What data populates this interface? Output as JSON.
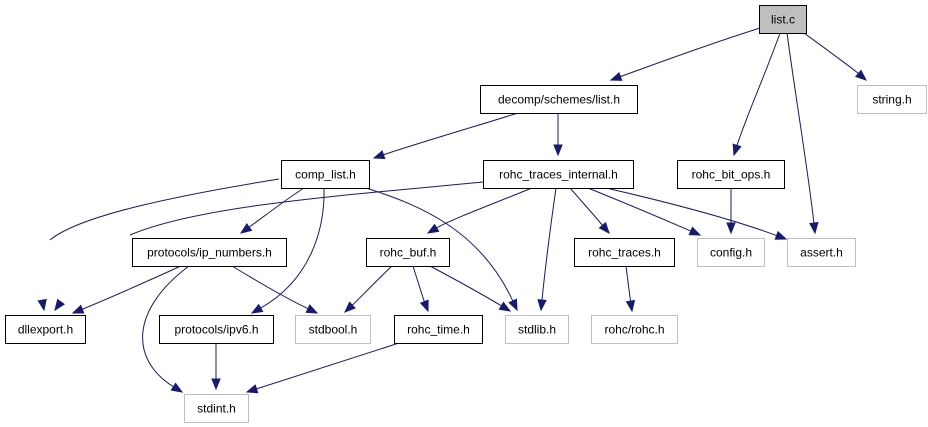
{
  "diagram": {
    "type": "include-dependency-graph",
    "title": "list.c",
    "colors": {
      "edge": "#191970",
      "internal_border": "#000000",
      "external_border": "#bfbfbf",
      "root_fill": "#bfbfbf"
    },
    "nodes": [
      {
        "id": "list_c",
        "label": "list.c",
        "kind": "root"
      },
      {
        "id": "decomp_list_h",
        "label": "decomp/schemes/list.h",
        "kind": "internal"
      },
      {
        "id": "string_h",
        "label": "string.h",
        "kind": "external"
      },
      {
        "id": "comp_list_h",
        "label": "comp_list.h",
        "kind": "internal"
      },
      {
        "id": "rohc_traces_internal_h",
        "label": "rohc_traces_internal.h",
        "kind": "internal"
      },
      {
        "id": "rohc_bit_ops_h",
        "label": "rohc_bit_ops.h",
        "kind": "internal"
      },
      {
        "id": "ip_numbers_h",
        "label": "protocols/ip_numbers.h",
        "kind": "internal"
      },
      {
        "id": "rohc_buf_h",
        "label": "rohc_buf.h",
        "kind": "internal"
      },
      {
        "id": "rohc_traces_h",
        "label": "rohc_traces.h",
        "kind": "internal"
      },
      {
        "id": "config_h",
        "label": "config.h",
        "kind": "external"
      },
      {
        "id": "assert_h",
        "label": "assert.h",
        "kind": "external"
      },
      {
        "id": "dllexport_h",
        "label": "dllexport.h",
        "kind": "internal"
      },
      {
        "id": "ipv6_h",
        "label": "protocols/ipv6.h",
        "kind": "internal"
      },
      {
        "id": "stdbool_h",
        "label": "stdbool.h",
        "kind": "external"
      },
      {
        "id": "rohc_time_h",
        "label": "rohc_time.h",
        "kind": "internal"
      },
      {
        "id": "stdlib_h",
        "label": "stdlib.h",
        "kind": "external"
      },
      {
        "id": "rohc_rohc_h",
        "label": "rohc/rohc.h",
        "kind": "external"
      },
      {
        "id": "stdint_h",
        "label": "stdint.h",
        "kind": "external"
      }
    ],
    "edges": [
      {
        "from": "list_c",
        "to": "decomp_list_h"
      },
      {
        "from": "list_c",
        "to": "rohc_bit_ops_h"
      },
      {
        "from": "list_c",
        "to": "assert_h"
      },
      {
        "from": "list_c",
        "to": "string_h"
      },
      {
        "from": "decomp_list_h",
        "to": "comp_list_h"
      },
      {
        "from": "decomp_list_h",
        "to": "rohc_traces_internal_h"
      },
      {
        "from": "comp_list_h",
        "to": "dllexport_h"
      },
      {
        "from": "comp_list_h",
        "to": "ip_numbers_h"
      },
      {
        "from": "comp_list_h",
        "to": "ipv6_h"
      },
      {
        "from": "comp_list_h",
        "to": "stdlib_h"
      },
      {
        "from": "rohc_traces_internal_h",
        "to": "dllexport_h"
      },
      {
        "from": "rohc_traces_internal_h",
        "to": "rohc_buf_h"
      },
      {
        "from": "rohc_traces_internal_h",
        "to": "stdlib_h"
      },
      {
        "from": "rohc_traces_internal_h",
        "to": "rohc_traces_h"
      },
      {
        "from": "rohc_traces_internal_h",
        "to": "config_h"
      },
      {
        "from": "rohc_traces_internal_h",
        "to": "assert_h"
      },
      {
        "from": "rohc_bit_ops_h",
        "to": "config_h"
      },
      {
        "from": "ip_numbers_h",
        "to": "dllexport_h"
      },
      {
        "from": "ip_numbers_h",
        "to": "stdbool_h"
      },
      {
        "from": "ip_numbers_h",
        "to": "stdint_h"
      },
      {
        "from": "rohc_buf_h",
        "to": "stdbool_h"
      },
      {
        "from": "rohc_buf_h",
        "to": "rohc_time_h"
      },
      {
        "from": "rohc_buf_h",
        "to": "stdlib_h"
      },
      {
        "from": "rohc_traces_h",
        "to": "rohc_rohc_h"
      },
      {
        "from": "ipv6_h",
        "to": "stdint_h"
      },
      {
        "from": "rohc_time_h",
        "to": "stdint_h"
      }
    ]
  }
}
